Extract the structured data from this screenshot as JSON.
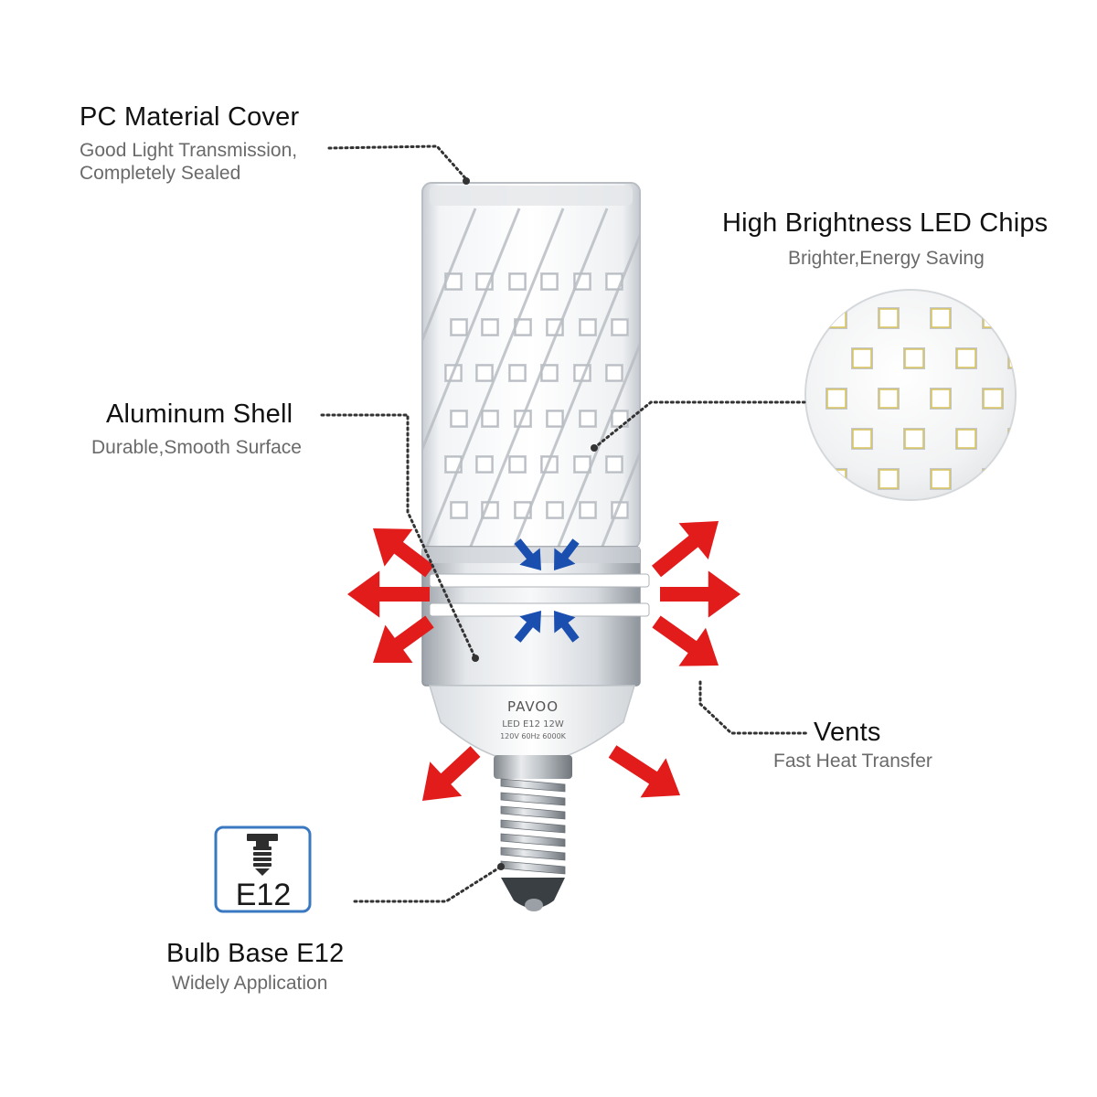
{
  "callouts": {
    "cover": {
      "title": "PC Material Cover",
      "sub1": "Good Light Transmission,",
      "sub2": "Completely Sealed"
    },
    "chips": {
      "title": "High Brightness LED Chips",
      "sub": "Brighter,Energy Saving"
    },
    "shell": {
      "title": "Aluminum Shell",
      "sub": "Durable,Smooth Surface"
    },
    "vents": {
      "title": "Vents",
      "sub": "Fast Heat Transfer"
    },
    "base": {
      "title": "Bulb Base E12",
      "sub": "Widely Application"
    }
  },
  "bulb": {
    "brand": "PAVOO",
    "model": "LED E12 12W",
    "spec": "120V 60Hz 6000K"
  },
  "base_icon": {
    "label": "E12",
    "icon": "bulb-socket-icon"
  },
  "colors": {
    "heat_arrow": "#e21b1b",
    "cool_arrow": "#1a4fb0",
    "icon_border": "#3a78c2"
  }
}
